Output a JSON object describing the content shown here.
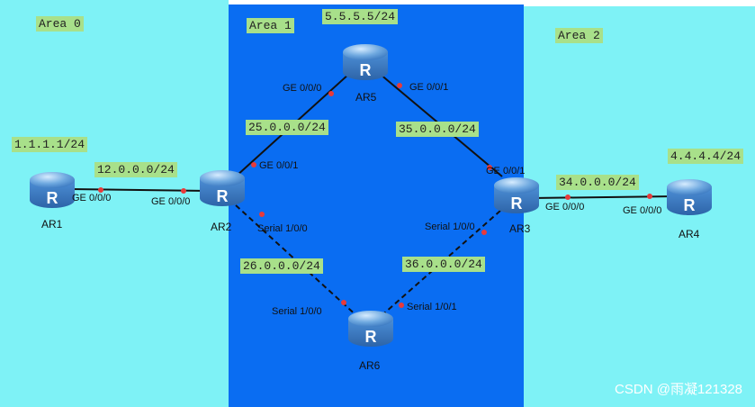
{
  "areas": {
    "a0": "Area 0",
    "a1": "Area 1",
    "a2": "Area 2"
  },
  "routers": {
    "ar1": "AR1",
    "ar2": "AR2",
    "ar3": "AR3",
    "ar4": "AR4",
    "ar5": "AR5",
    "ar6": "AR6"
  },
  "loopbacks": {
    "ar1": "1.1.1.1/24",
    "ar5": "5.5.5.5/24",
    "ar4": "4.4.4.4/24"
  },
  "subnets": {
    "ar1_ar2": "12.0.0.0/24",
    "ar2_ar5": "25.0.0.0/24",
    "ar5_ar3": "35.0.0.0/24",
    "ar3_ar4": "34.0.0.0/24",
    "ar2_ar6": "26.0.0.0/24",
    "ar3_ar6": "36.0.0.0/24"
  },
  "interfaces": {
    "ar1_ge000": "GE 0/0/0",
    "ar2_ge000": "GE 0/0/0",
    "ar2_ge001": "GE 0/0/1",
    "ar2_s100": "Serial 1/0/0",
    "ar5_ge000": "GE 0/0/0",
    "ar5_ge001": "GE 0/0/1",
    "ar3_ge001": "GE 0/0/1",
    "ar3_s100": "Serial 1/0/0",
    "ar3_ge000": "GE 0/0/0",
    "ar4_ge000": "GE 0/0/0",
    "ar6_s100": "Serial 1/0/0",
    "ar6_s101": "Serial 1/0/1"
  },
  "router_glyph": "R",
  "watermark": "CSDN @雨凝121328",
  "colors": {
    "area_cyan": "#7ef2f6",
    "area_blue": "#0a6df2",
    "tag_green": "#a8e08a",
    "port_dot": "#e83a3a"
  }
}
